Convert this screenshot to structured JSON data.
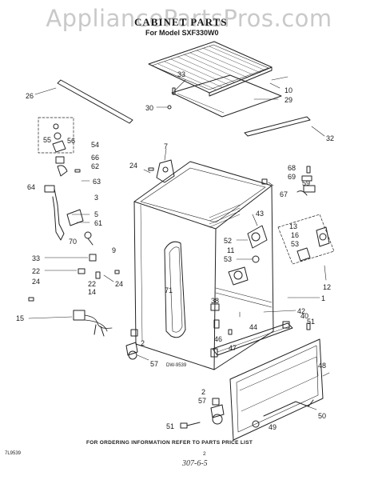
{
  "watermark": "AppliancePartsPros.com",
  "title": "CABINET PARTS",
  "model_line": "For Model SXF330W0",
  "diagram_number": "DW-9539",
  "footer_note": "FOR ORDERING INFORMATION REFER TO PARTS PRICE LIST",
  "page_code": "7L9539",
  "page_number": "2",
  "handwritten_note": "307-6-5",
  "callouts": [
    {
      "id": "c33a",
      "text": "33"
    },
    {
      "id": "c10",
      "text": "10"
    },
    {
      "id": "c29",
      "text": "29"
    },
    {
      "id": "c30",
      "text": "30"
    },
    {
      "id": "c26",
      "text": "26"
    },
    {
      "id": "c32",
      "text": "32"
    },
    {
      "id": "c55",
      "text": "55"
    },
    {
      "id": "c56",
      "text": "56"
    },
    {
      "id": "c54",
      "text": "54"
    },
    {
      "id": "c66",
      "text": "66"
    },
    {
      "id": "c62",
      "text": "62"
    },
    {
      "id": "c63",
      "text": "63"
    },
    {
      "id": "c64",
      "text": "64"
    },
    {
      "id": "c3",
      "text": "3"
    },
    {
      "id": "c5",
      "text": "5"
    },
    {
      "id": "c61",
      "text": "61"
    },
    {
      "id": "c70",
      "text": "70"
    },
    {
      "id": "c9",
      "text": "9"
    },
    {
      "id": "c33b",
      "text": "33"
    },
    {
      "id": "c22a",
      "text": "22"
    },
    {
      "id": "c24a",
      "text": "24"
    },
    {
      "id": "c22b",
      "text": "22"
    },
    {
      "id": "c14",
      "text": "14"
    },
    {
      "id": "c24b",
      "text": "24"
    },
    {
      "id": "c15",
      "text": "15"
    },
    {
      "id": "c7",
      "text": "7"
    },
    {
      "id": "c24c",
      "text": "24"
    },
    {
      "id": "c68",
      "text": "68"
    },
    {
      "id": "c69",
      "text": "69"
    },
    {
      "id": "c59",
      "text": "59"
    },
    {
      "id": "c67",
      "text": "67"
    },
    {
      "id": "c43",
      "text": "43"
    },
    {
      "id": "c52",
      "text": "52"
    },
    {
      "id": "c11",
      "text": "11"
    },
    {
      "id": "c53a",
      "text": "53"
    },
    {
      "id": "c13",
      "text": "13"
    },
    {
      "id": "c16",
      "text": "16"
    },
    {
      "id": "c53b",
      "text": "53"
    },
    {
      "id": "c12",
      "text": "12"
    },
    {
      "id": "c1",
      "text": "1"
    },
    {
      "id": "c42",
      "text": "42"
    },
    {
      "id": "c71",
      "text": "71"
    },
    {
      "id": "c38",
      "text": "38"
    },
    {
      "id": "c44",
      "text": "44"
    },
    {
      "id": "c46",
      "text": "46"
    },
    {
      "id": "c47",
      "text": "47"
    },
    {
      "id": "c40",
      "text": "40"
    },
    {
      "id": "c51a",
      "text": "51"
    },
    {
      "id": "c2a",
      "text": "2"
    },
    {
      "id": "c57a",
      "text": "57"
    },
    {
      "id": "c48",
      "text": "48"
    },
    {
      "id": "c2b",
      "text": "2"
    },
    {
      "id": "c57b",
      "text": "57"
    },
    {
      "id": "c50",
      "text": "50"
    },
    {
      "id": "c49",
      "text": "49"
    },
    {
      "id": "c51b",
      "text": "51"
    }
  ]
}
